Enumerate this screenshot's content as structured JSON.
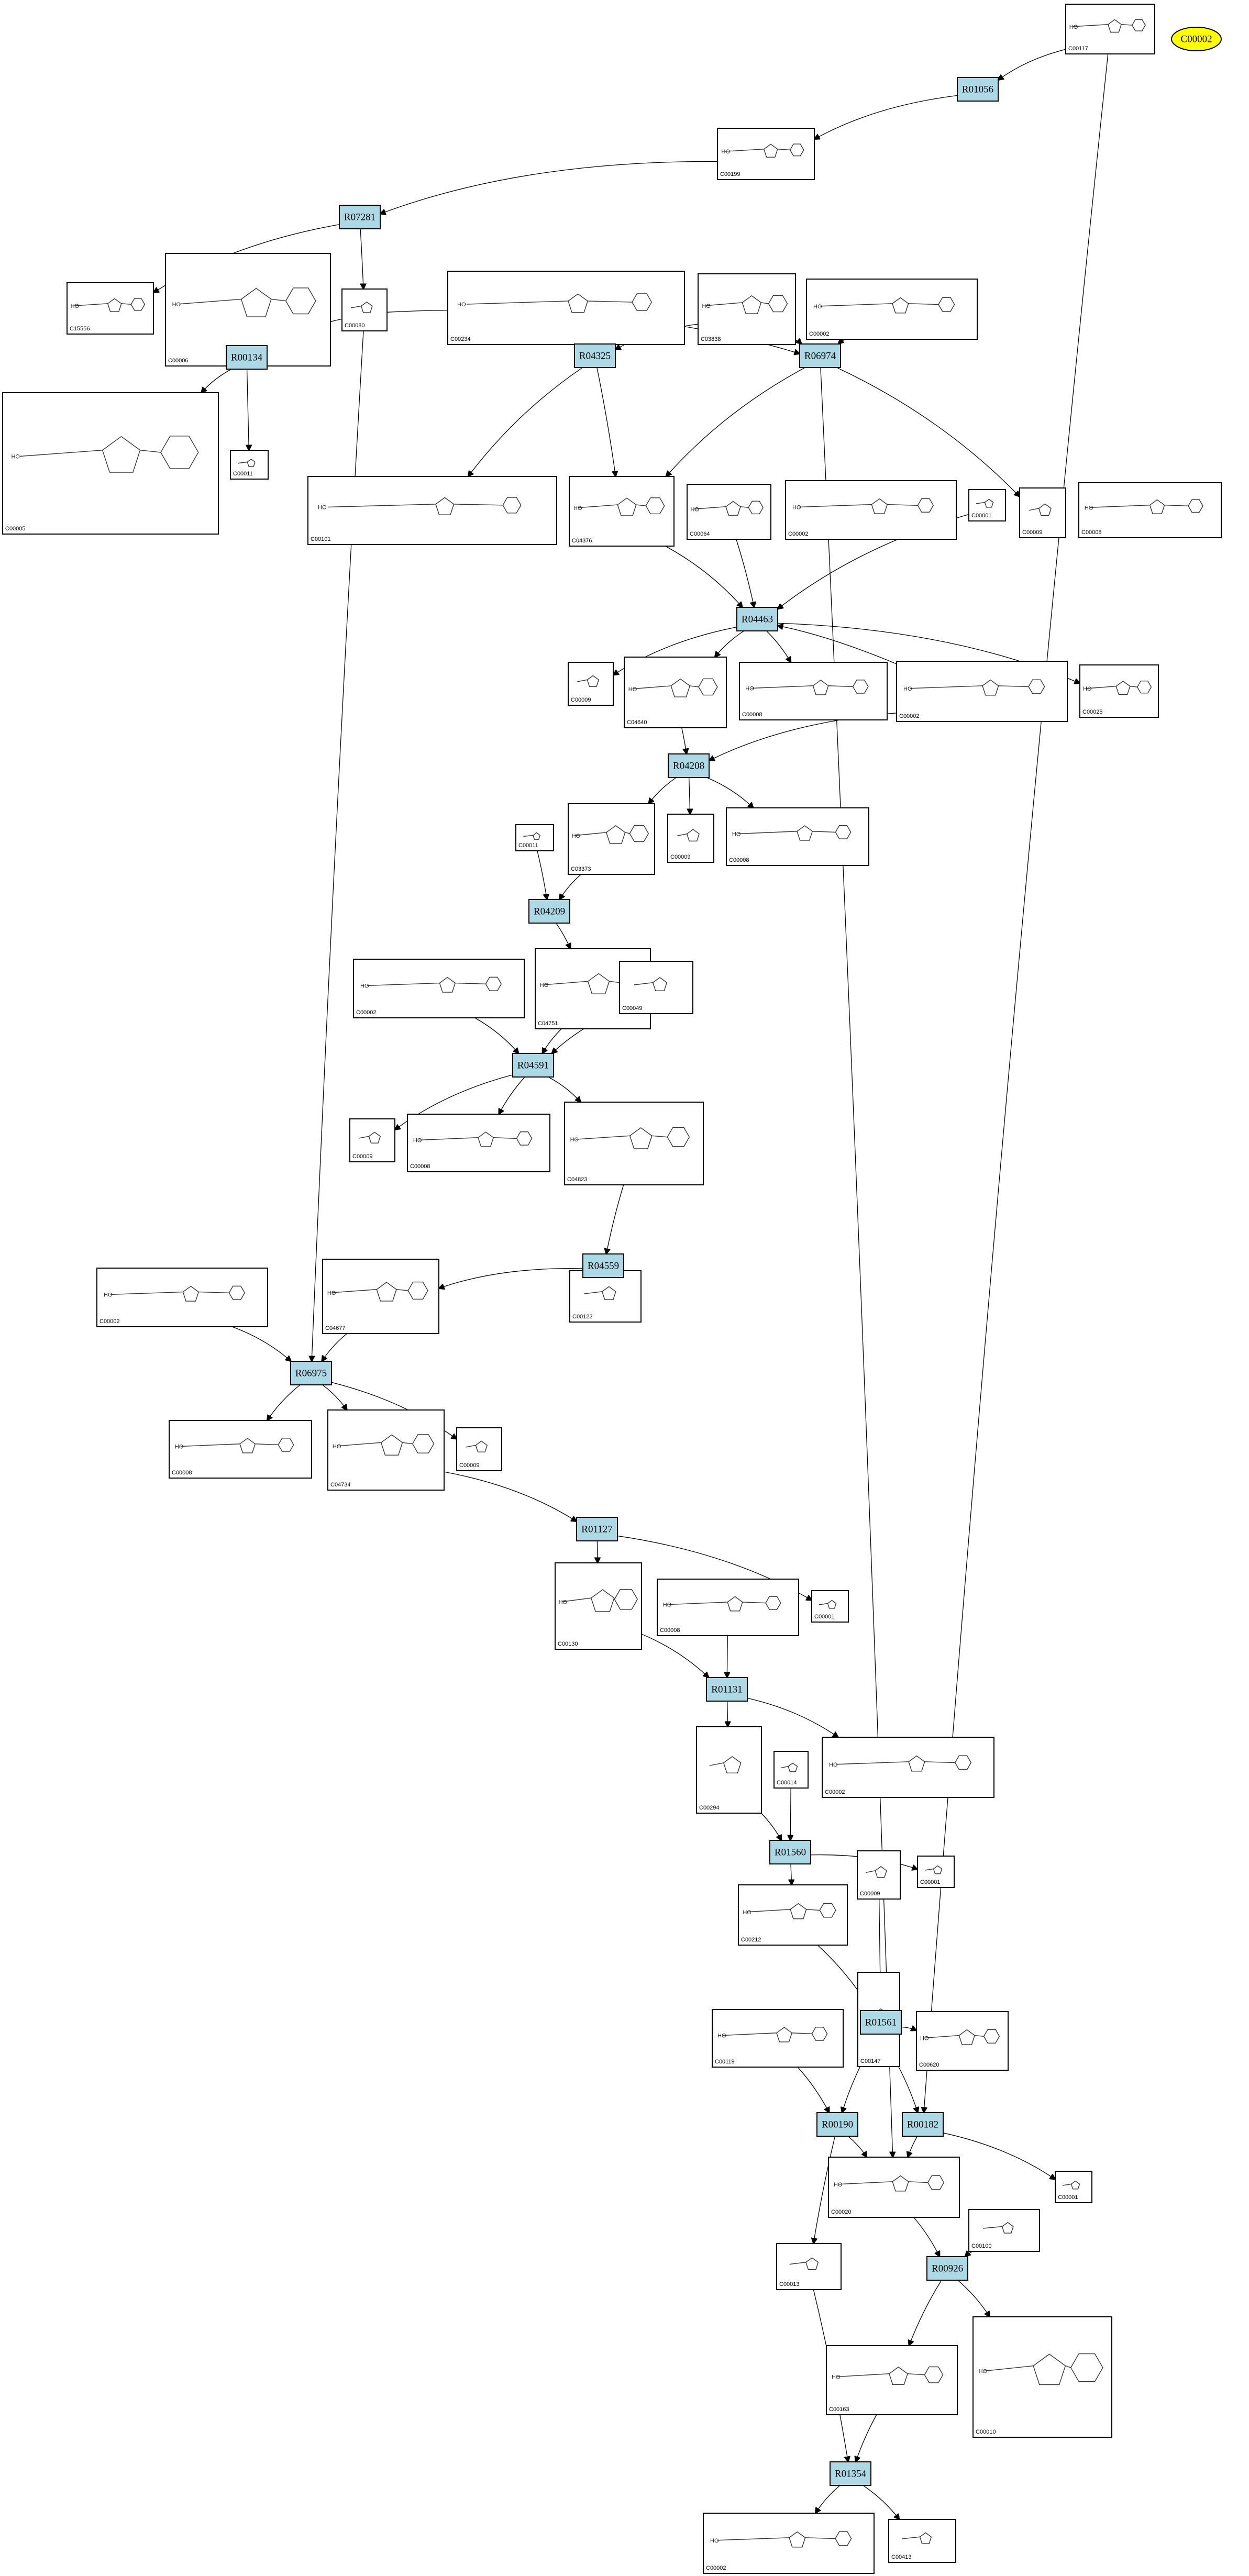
{
  "diagram": {
    "start_node": "C00002",
    "reactions": [
      "R01056",
      "R07281",
      "R04325",
      "R06974",
      "R00134",
      "R04463",
      "R04208",
      "R04209",
      "R04591",
      "R04559",
      "R06975",
      "R01127",
      "R01131",
      "R01560",
      "R01561",
      "R00190",
      "R00182",
      "R00926",
      "R01354"
    ],
    "compounds": [
      "C00117",
      "C00199",
      "C15556",
      "C00006",
      "C00080",
      "C00234",
      "C03838",
      "C00002",
      "C00005",
      "C00011",
      "C00101",
      "C04376",
      "C00064",
      "C00001",
      "C00009",
      "C00025",
      "C04640",
      "C03373",
      "C00014",
      "C04751",
      "C00049",
      "C04823",
      "C00122",
      "C04677",
      "C04734",
      "C00130",
      "C00294",
      "C00212",
      "C00020",
      "C00147",
      "C00119",
      "C00013",
      "C00100",
      "C00010",
      "C00413"
    ]
  },
  "edges": [
    [
      "C00117",
      "R01056"
    ],
    [
      "C00117",
      "R00182"
    ],
    [
      "R01056",
      "C00199"
    ],
    [
      "C00199",
      "R07281"
    ],
    [
      "R07281",
      "C15556"
    ],
    [
      "R07281",
      "C00080"
    ],
    [
      "C00006",
      "R00134"
    ],
    [
      "C00080",
      "R00134"
    ],
    [
      "C00080",
      "R06974"
    ],
    [
      "C00080",
      "R06975"
    ],
    [
      "R00134",
      "C00005"
    ],
    [
      "R00134",
      "C00011"
    ],
    [
      "C00234",
      "R04325"
    ],
    [
      "C03838",
      "R04325"
    ],
    [
      "C03838",
      "R06974"
    ],
    [
      "C00002",
      "R06974"
    ],
    [
      "R04325",
      "C00101"
    ],
    [
      "R04325",
      "C04376"
    ],
    [
      "R06974",
      "C04376"
    ],
    [
      "R06974",
      "C00009"
    ],
    [
      "R06974",
      "C00020"
    ],
    [
      "C04376",
      "R04463"
    ],
    [
      "C00064",
      "R04463"
    ],
    [
      "C00002",
      "R04463"
    ],
    [
      "C00001",
      "R04463"
    ],
    [
      "R04463",
      "C00009"
    ],
    [
      "R04463",
      "C04640"
    ],
    [
      "R04463",
      "C00008"
    ],
    [
      "R04463",
      "C00025"
    ],
    [
      "C04640",
      "R04208"
    ],
    [
      "C00002",
      "R04208"
    ],
    [
      "R04208",
      "C03373"
    ],
    [
      "R04208",
      "C00009"
    ],
    [
      "R04208",
      "C00008"
    ],
    [
      "C03373",
      "R04209"
    ],
    [
      "C00011",
      "R04209"
    ],
    [
      "R04209",
      "C04751"
    ],
    [
      "C00002",
      "R04591"
    ],
    [
      "C04751",
      "R04591"
    ],
    [
      "C00049",
      "R04591"
    ],
    [
      "R04591",
      "C00009"
    ],
    [
      "R04591",
      "C00008"
    ],
    [
      "R04591",
      "C04823"
    ],
    [
      "C04823",
      "R04559"
    ],
    [
      "R04559",
      "C04677"
    ],
    [
      "R04559",
      "C00122"
    ],
    [
      "C00002",
      "R06975"
    ],
    [
      "C04677",
      "R06975"
    ],
    [
      "R06975",
      "C00008"
    ],
    [
      "R06975",
      "C04734"
    ],
    [
      "R06975",
      "C00009"
    ],
    [
      "C04734",
      "R01127"
    ],
    [
      "R01127",
      "C00130"
    ],
    [
      "R01127",
      "C00001"
    ],
    [
      "C00130",
      "R01131"
    ],
    [
      "C00008",
      "R01131"
    ],
    [
      "R01131",
      "C00294"
    ],
    [
      "R01131",
      "C00002"
    ],
    [
      "C00294",
      "R01560"
    ],
    [
      "C00014",
      "R01560"
    ],
    [
      "R01560",
      "C00212"
    ],
    [
      "R01560",
      "C00001"
    ],
    [
      "C00212",
      "R01561"
    ],
    [
      "C00009",
      "R01561"
    ],
    [
      "R01561",
      "C00147"
    ],
    [
      "R01561",
      "C00620"
    ],
    [
      "C00119",
      "R00190"
    ],
    [
      "C00147",
      "R00190"
    ],
    [
      "R00190",
      "C00020"
    ],
    [
      "R00190",
      "C00013"
    ],
    [
      "C00147",
      "R00182"
    ],
    [
      "R00182",
      "C00020"
    ],
    [
      "R00182",
      "C00001"
    ],
    [
      "C00020",
      "R00926"
    ],
    [
      "C00100",
      "R00926"
    ],
    [
      "R00926",
      "C00163"
    ],
    [
      "R00926",
      "C00010"
    ],
    [
      "C00013",
      "R01354"
    ],
    [
      "C00163",
      "R01354"
    ],
    [
      "R01354",
      "C00002"
    ],
    [
      "R01354",
      "C00413"
    ]
  ],
  "colors": {
    "reaction_fill": "#add8e6",
    "start_fill": "#ffff00",
    "stroke": "#000000",
    "background": "#ffffff"
  }
}
